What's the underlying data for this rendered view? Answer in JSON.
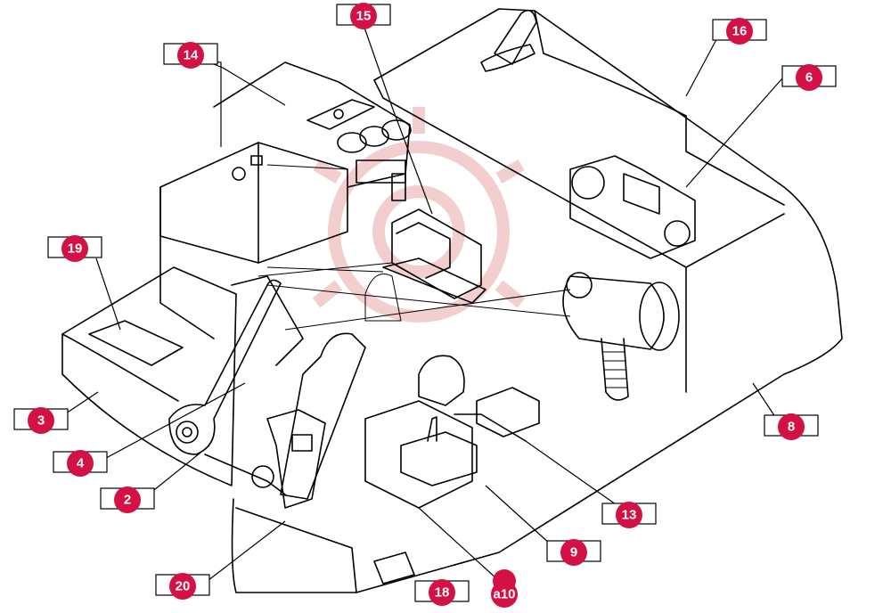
{
  "callouts": [
    {
      "id": "15",
      "label": "15"
    },
    {
      "id": "14",
      "label": "14"
    },
    {
      "id": "16",
      "label": "16"
    },
    {
      "id": "6",
      "label": "6"
    },
    {
      "id": "19",
      "label": "19"
    },
    {
      "id": "3",
      "label": "3"
    },
    {
      "id": "4",
      "label": "4"
    },
    {
      "id": "2",
      "label": "2"
    },
    {
      "id": "8",
      "label": "8"
    },
    {
      "id": "13",
      "label": "13"
    },
    {
      "id": "9",
      "label": "9"
    },
    {
      "id": "20",
      "label": "20"
    },
    {
      "id": "18",
      "label": "18"
    },
    {
      "id": "a10",
      "label": "a10"
    }
  ],
  "colors": {
    "callout_fill": "#d31145",
    "callout_text": "#ffffff",
    "line": "#000000",
    "watermark": "#e8a6a6"
  }
}
